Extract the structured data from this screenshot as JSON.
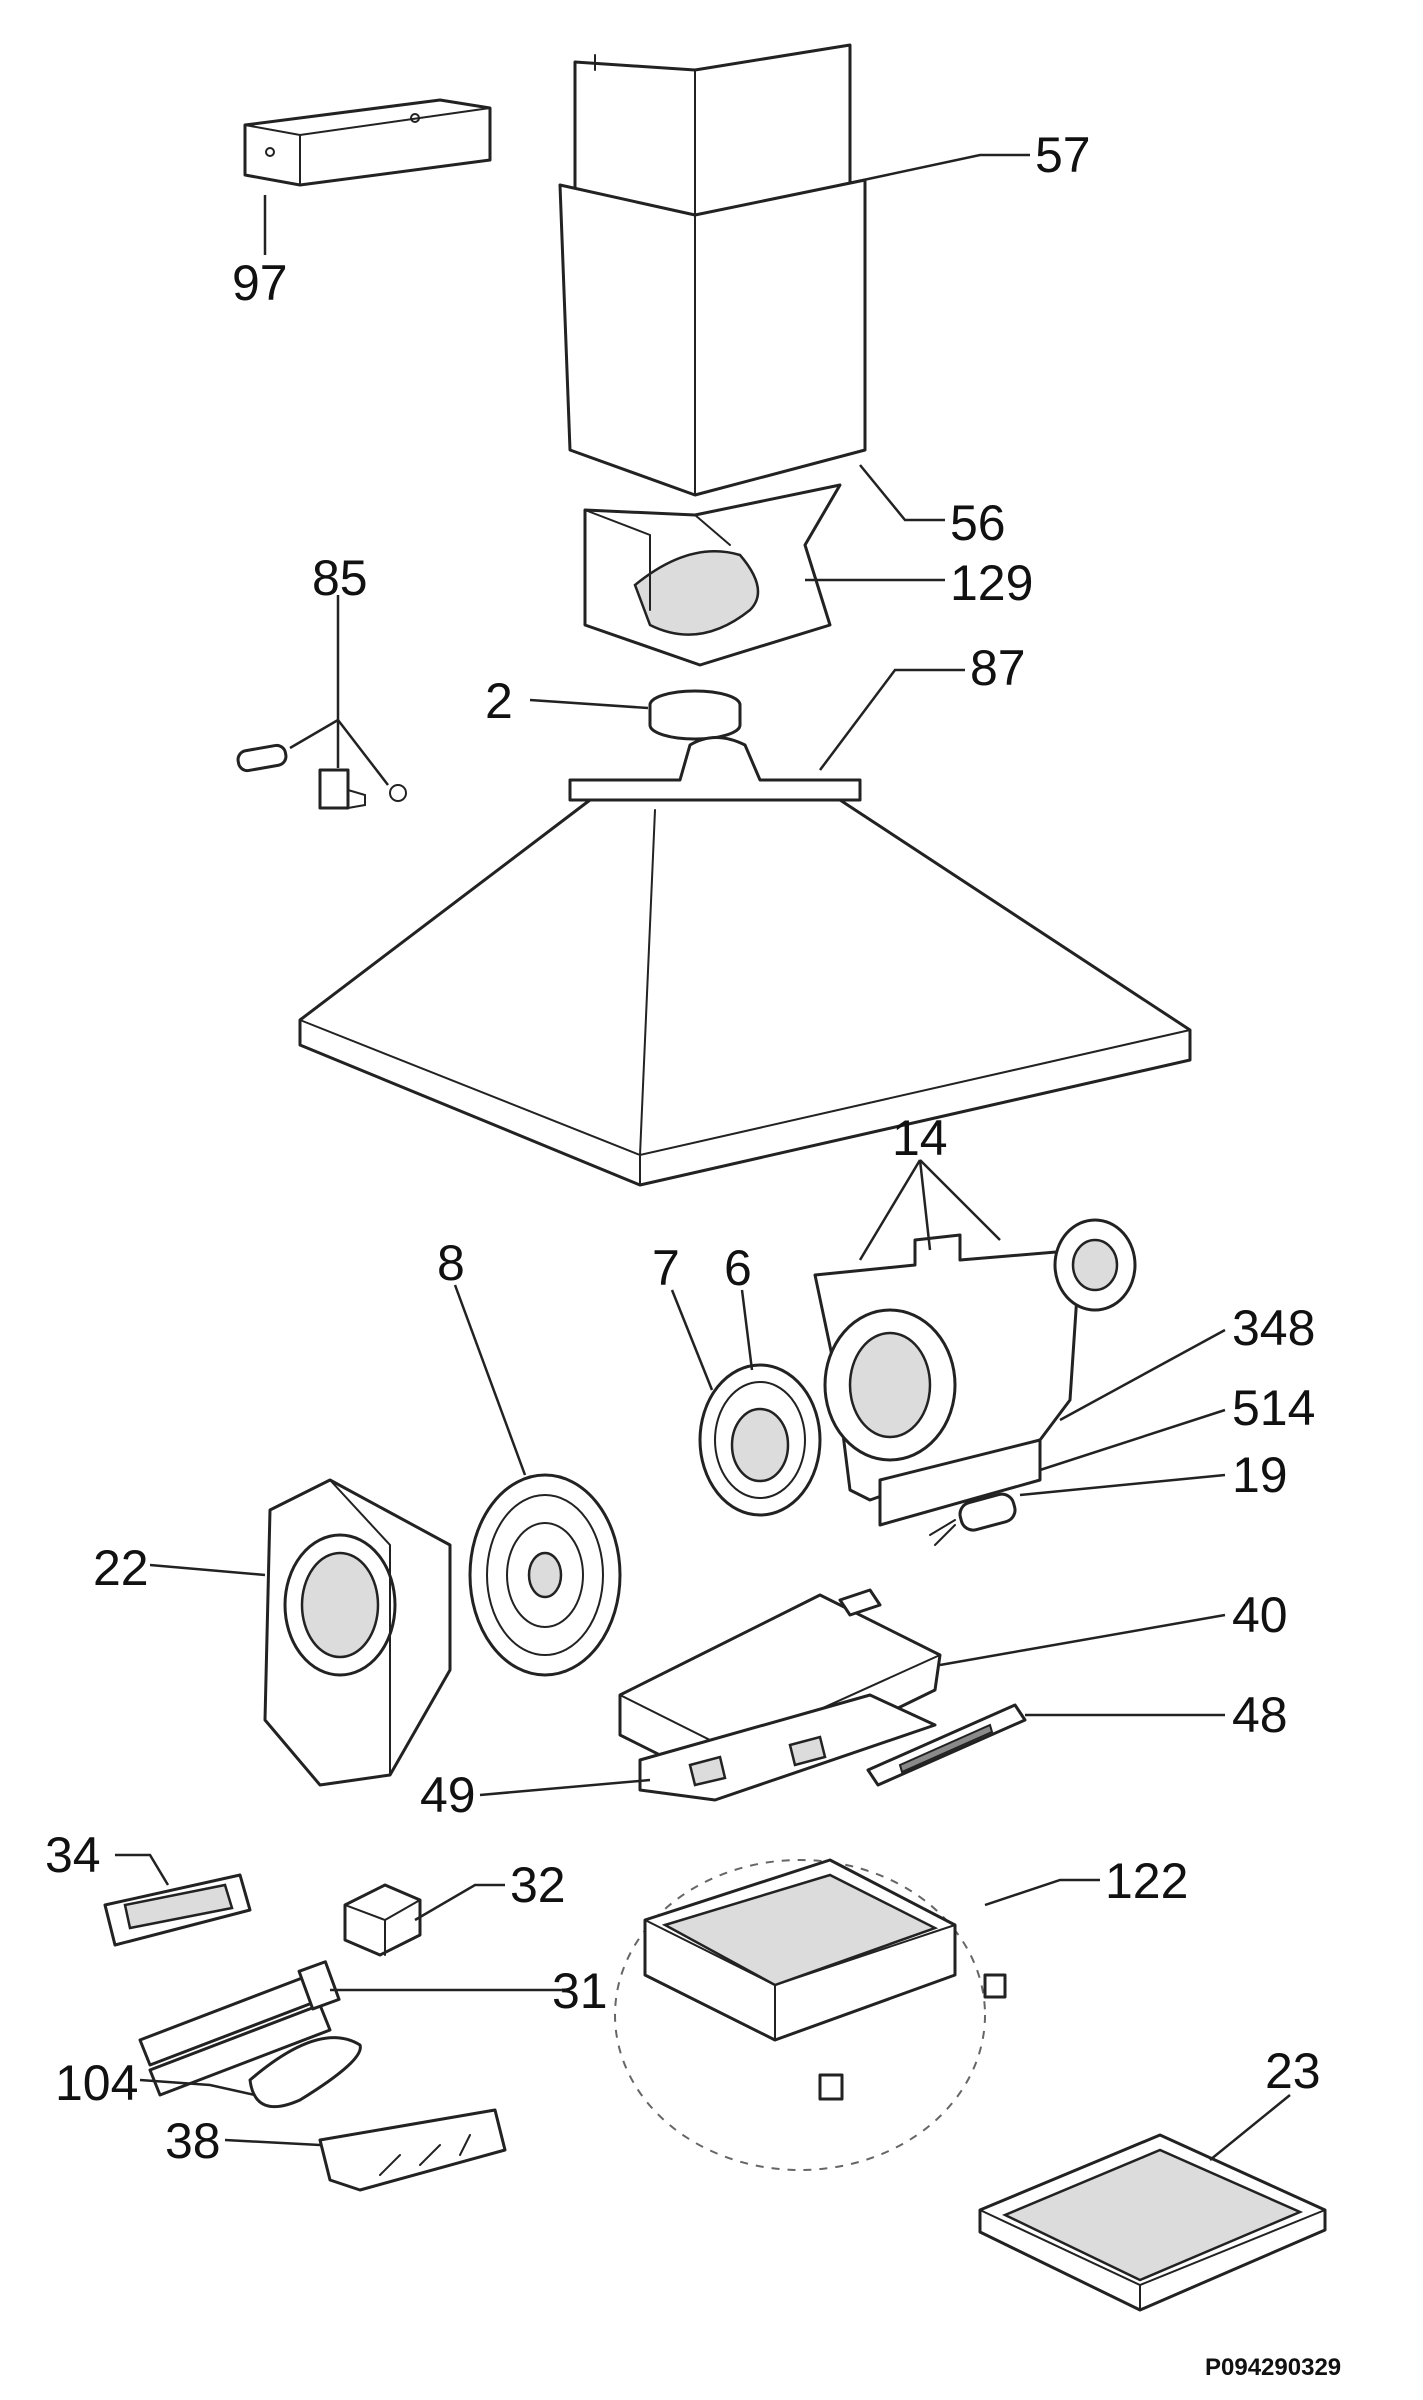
{
  "diagram": {
    "type": "exploded-parts-view",
    "drawing_code": "P094290329",
    "callouts": {
      "c57": "57",
      "c97": "97",
      "c56": "56",
      "c85": "85",
      "c129": "129",
      "c2": "2",
      "c87": "87",
      "c14": "14",
      "c8": "8",
      "c7": "7",
      "c6": "6",
      "c348": "348",
      "c514": "514",
      "c19": "19",
      "c22": "22",
      "c40": "40",
      "c48": "48",
      "c49": "49",
      "c34": "34",
      "c32": "32",
      "c122": "122",
      "c31": "31",
      "c104": "104",
      "c23": "23",
      "c38": "38"
    }
  }
}
